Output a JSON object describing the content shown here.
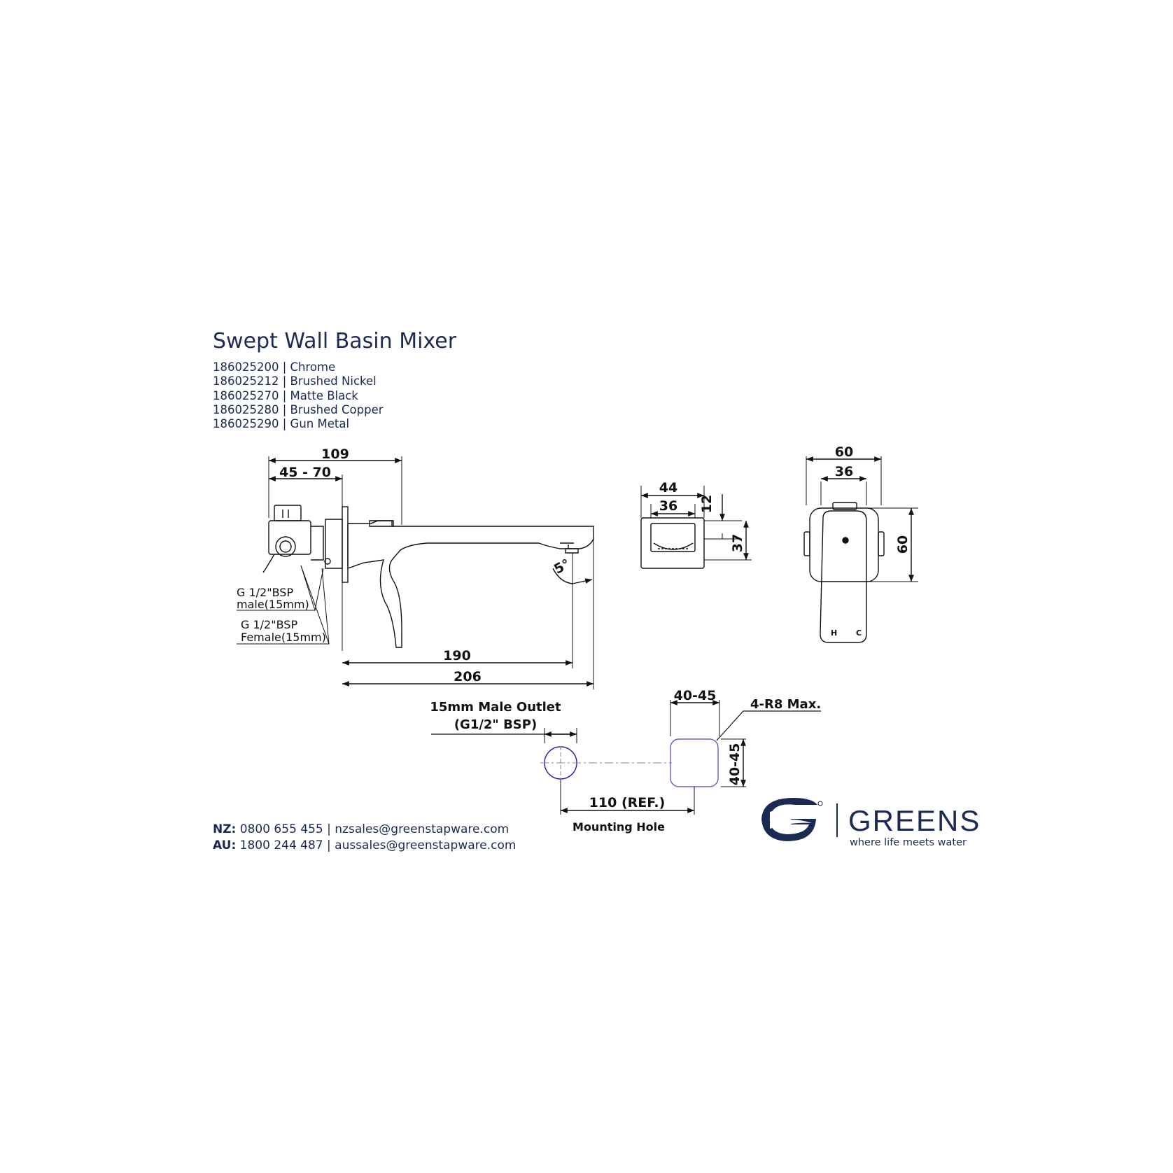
{
  "title": "Swept Wall Basin Mixer",
  "codes": [
    "186025200 | Chrome",
    "186025212 | Brushed Nickel",
    "186025270 | Matte Black",
    "186025280 | Brushed Copper",
    "186025290 | Gun Metal"
  ],
  "side_view": {
    "dim_109": "109",
    "dim_45_70": "45 - 70",
    "dim_190": "190",
    "dim_206": "206",
    "angle": "5°",
    "male_label_1": "G 1/2\"BSP",
    "male_label_2": "male(15mm)",
    "female_label_1": "G 1/2\"BSP",
    "female_label_2": "Female(15mm)"
  },
  "spout_front": {
    "dim_44": "44",
    "dim_36": "36",
    "dim_12": "12",
    "dim_37": "37"
  },
  "front_view": {
    "dim_60_width": "60",
    "dim_36": "36",
    "dim_60_height": "60",
    "hot_mark": "H",
    "cold_mark": "C"
  },
  "cutout": {
    "outlet_label_1": "15mm Male Outlet",
    "outlet_label_2": "(G1/2\" BSP)",
    "dim_40_45_width": "40-45",
    "dim_40_45_height": "40-45",
    "radius_note": "4-R8 Max.",
    "dim_110": "110 (REF.)",
    "mounting_label": "Mounting Hole"
  },
  "contact": {
    "nz_prefix": "NZ:",
    "nz_text": " 0800 655 455 | nzsales@greenstapware.com",
    "au_prefix": "AU:",
    "au_text": " 1800 244 487 | aussales@greenstapware.com"
  },
  "brand": {
    "name": "GREENS",
    "tagline": "where life meets water",
    "colors": {
      "navy": "#1b2a52",
      "outlet_blue": "#1a1aa8"
    }
  }
}
